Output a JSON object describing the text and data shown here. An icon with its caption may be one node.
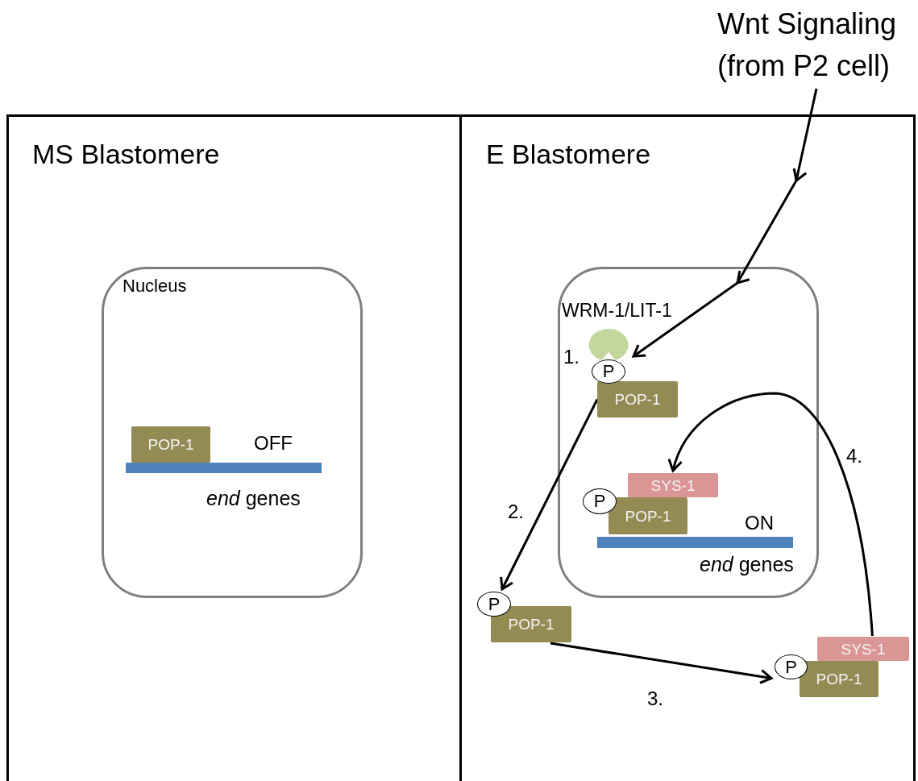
{
  "diagram": {
    "nodes": [
      {
        "text": [
          "Wnt Signaling (from P2 cell)"
        ]
      },
      {
        "text": [
          "MS Blastomere"
        ]
      },
      {
        "text": [
          "Nucleus"
        ],
        "in": 1
      },
      {
        "text": [
          "POP-1"
        ],
        "in": 2
      },
      {
        "text": [],
        "shape": "bar",
        "beside": [
          "OFF",
          "*end* genes"
        ],
        "in": 2
      },
      {
        "text": [
          "E Blastomere"
        ]
      },
      {
        "text": [],
        "shape": "box",
        "in": 5
      },
      {
        "text": [],
        "shape": "circle",
        "beside": [
          "WRM-1/LIT-1"
        ],
        "in": 6
      },
      {
        "text": [
          "P"
        ],
        "in": 6
      },
      {
        "text": [
          "POP-1"
        ],
        "in": 6
      },
      {
        "text": [
          "SYS-1"
        ],
        "in": 6
      },
      {
        "text": [
          "P"
        ],
        "in": 6
      },
      {
        "text": [
          "POP-1"
        ],
        "in": 6
      },
      {
        "text": [],
        "shape": "bar",
        "beside": [
          "ON",
          "*end* genes"
        ],
        "in": 6
      },
      {
        "text": [
          "P"
        ],
        "in": 5
      },
      {
        "text": [
          "POP-1"
        ],
        "in": 5
      },
      {
        "text": [
          "SYS-1"
        ],
        "in": 5
      },
      {
        "text": [
          "P"
        ],
        "in": 5
      },
      {
        "text": [
          "POP-1"
        ],
        "in": 5
      }
    ],
    "edges": [
      {
        "from": 0,
        "to": 7,
        "arrow": "to"
      },
      {
        "from": 9,
        "to": 14,
        "arrow": "to",
        "label": "2."
      },
      {
        "from": 15,
        "to": 17,
        "arrow": "to",
        "label": "3."
      },
      {
        "from": 16,
        "to": 10,
        "arrow": "to",
        "label": "4."
      }
    ],
    "labels": [
      "1."
    ]
  }
}
